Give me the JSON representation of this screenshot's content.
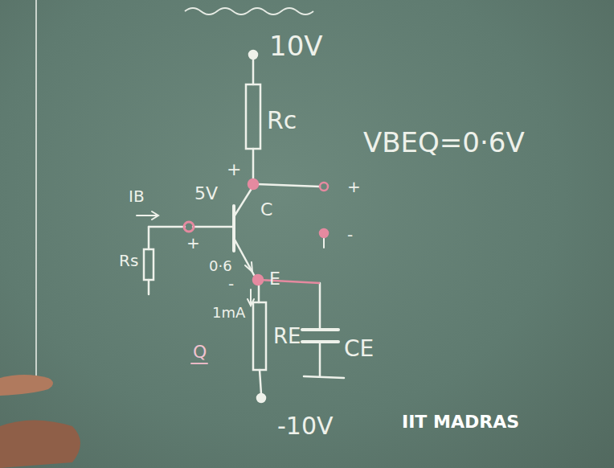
{
  "diagram": {
    "labels": [
      "10V",
      "Rc",
      "VBEQ=0·6V",
      "IB",
      "5V",
      "+",
      "C",
      "+",
      "0·6",
      "-",
      "E",
      "1mA",
      "Rs",
      "RE",
      "CE",
      "-10V",
      "+",
      "-",
      "Q",
      "IIT MADRAS"
    ]
  }
}
